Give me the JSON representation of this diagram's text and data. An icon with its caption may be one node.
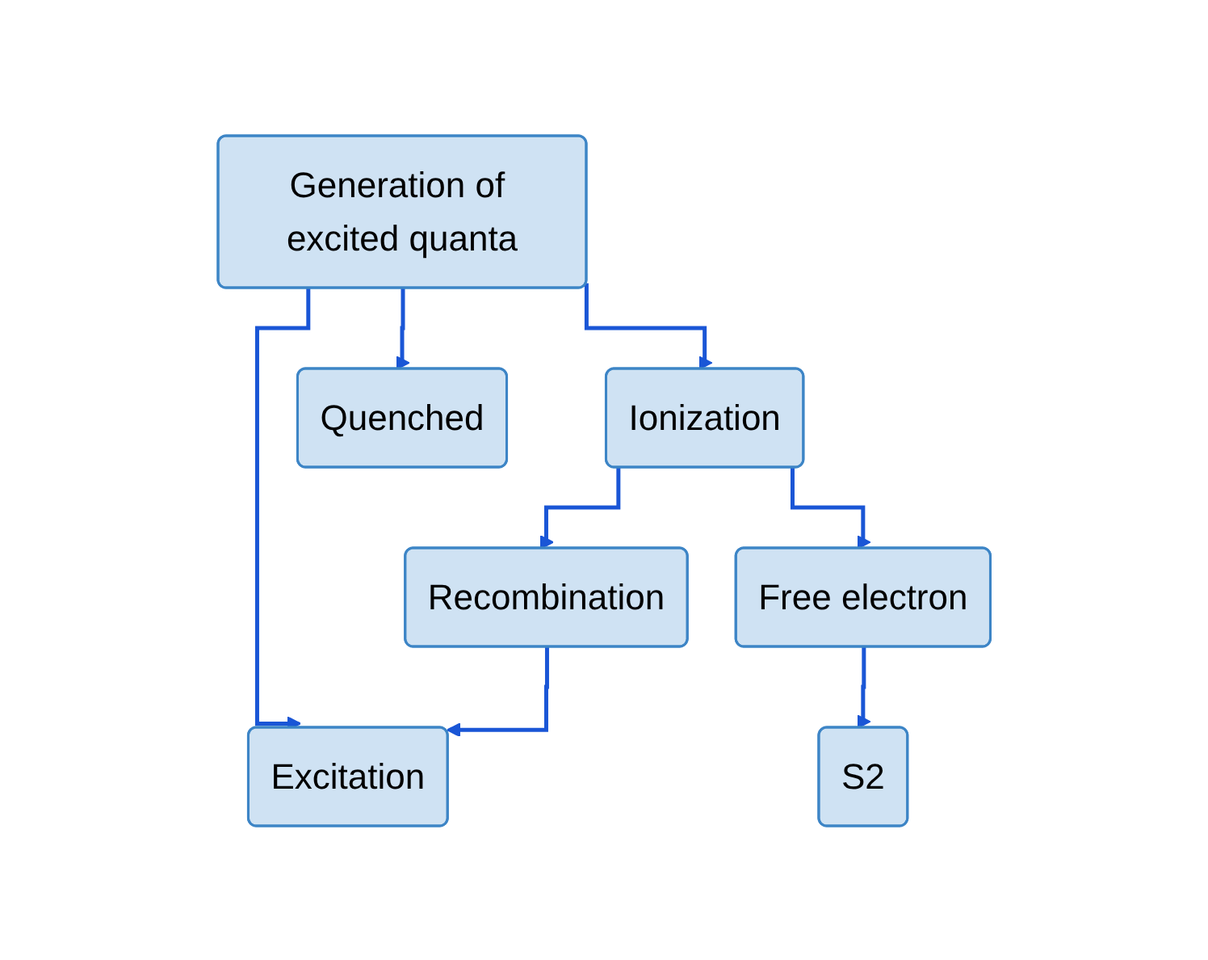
{
  "diagram": {
    "nodes": [
      {
        "text": [
          "Generation of excited quanta"
        ]
      },
      {
        "text": [
          "Excitation"
        ]
      },
      {
        "text": [
          "Ionization"
        ]
      },
      {
        "text": [
          "Quenched"
        ]
      },
      {
        "text": [
          "Recombination"
        ]
      },
      {
        "text": [
          "Free electron"
        ]
      },
      {
        "text": [
          "S2"
        ]
      }
    ],
    "edges": [
      {
        "from": 0,
        "to": 1,
        "arrow": "to"
      },
      {
        "from": 0,
        "to": 2,
        "arrow": "to"
      },
      {
        "from": 0,
        "to": 3,
        "arrow": "to"
      },
      {
        "from": 2,
        "to": 4,
        "arrow": "to"
      },
      {
        "from": 2,
        "to": 5,
        "arrow": "to"
      },
      {
        "from": 4,
        "to": 1,
        "arrow": "to"
      },
      {
        "from": 5,
        "to": 6,
        "arrow": "to"
      }
    ]
  }
}
